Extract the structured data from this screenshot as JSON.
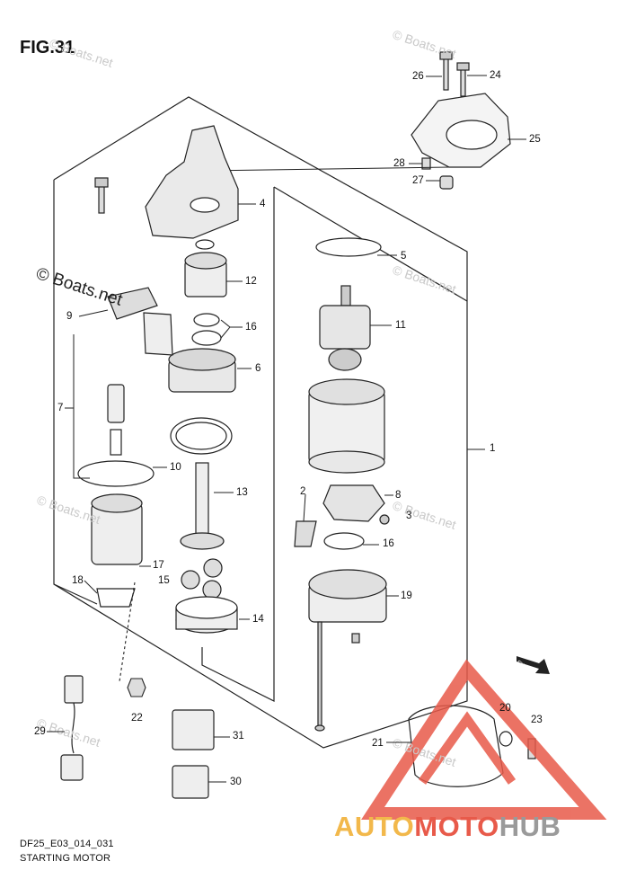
{
  "figure": {
    "title": "FIG.31",
    "code": "DF25_E03_014_031",
    "name": "STARTING MOTOR"
  },
  "watermark": {
    "text": "© Boats.net"
  },
  "brand": {
    "part1": "AUTO",
    "part2": "MOTO",
    "part3": "HUB",
    "colors": {
      "auto": "#f2b84b",
      "moto": "#e85a4a",
      "hub": "#9a9a9a"
    }
  },
  "arrow_label": "FWD",
  "callouts": [
    "1",
    "2",
    "3",
    "4",
    "5",
    "6",
    "7",
    "8",
    "9",
    "10",
    "11",
    "12",
    "13",
    "14",
    "15",
    "16",
    "16",
    "17",
    "18",
    "19",
    "20",
    "21",
    "22",
    "23",
    "24",
    "25",
    "26",
    "27",
    "28",
    "29",
    "30",
    "31"
  ]
}
